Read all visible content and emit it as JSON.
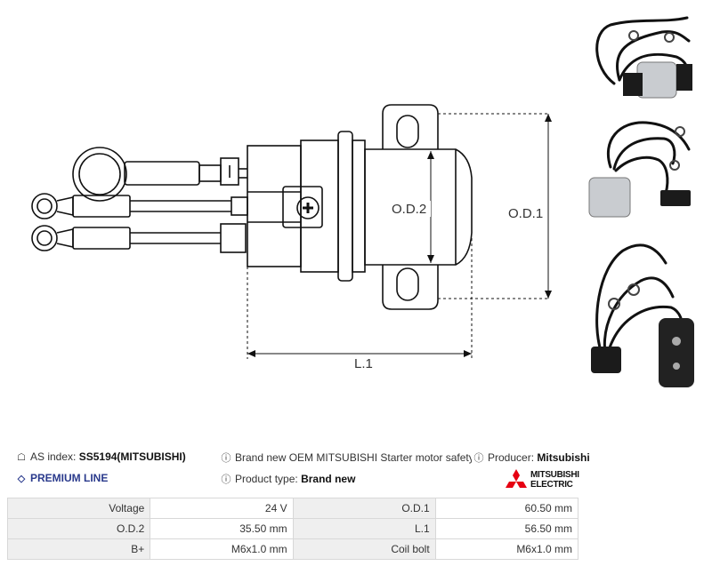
{
  "drawing": {
    "labels": {
      "od2": "O.D.2",
      "od1": "O.D.1",
      "l1": "L.1"
    }
  },
  "info": {
    "as_index_label": "AS index:",
    "as_index_value": "SS5194(MITSUBISHI)",
    "premium_line": "PREMIUM LINE",
    "description": "Brand new OEM MITSUBISHI Starter motor safety switch",
    "product_type_label": "Product type:",
    "product_type_value": "Brand new",
    "producer_label": "Producer:",
    "producer_value": "Mitsubishi",
    "logo_line1": "MITSUBISHI",
    "logo_line2": "ELECTRIC"
  },
  "specs": [
    {
      "l1": "Voltage",
      "v1": "24 V",
      "l2": "O.D.1",
      "v2": "60.50 mm"
    },
    {
      "l1": "O.D.2",
      "v1": "35.50 mm",
      "l2": "L.1",
      "v2": "56.50 mm"
    },
    {
      "l1": "B+",
      "v1": "M6x1.0 mm",
      "l2": "Coil bolt",
      "v2": "M6x1.0 mm"
    }
  ],
  "colors": {
    "premium": "#2a3a8c",
    "logo_red": "#e60012"
  },
  "icons": [
    "tag-icon",
    "diamond-icon",
    "info-icon"
  ]
}
